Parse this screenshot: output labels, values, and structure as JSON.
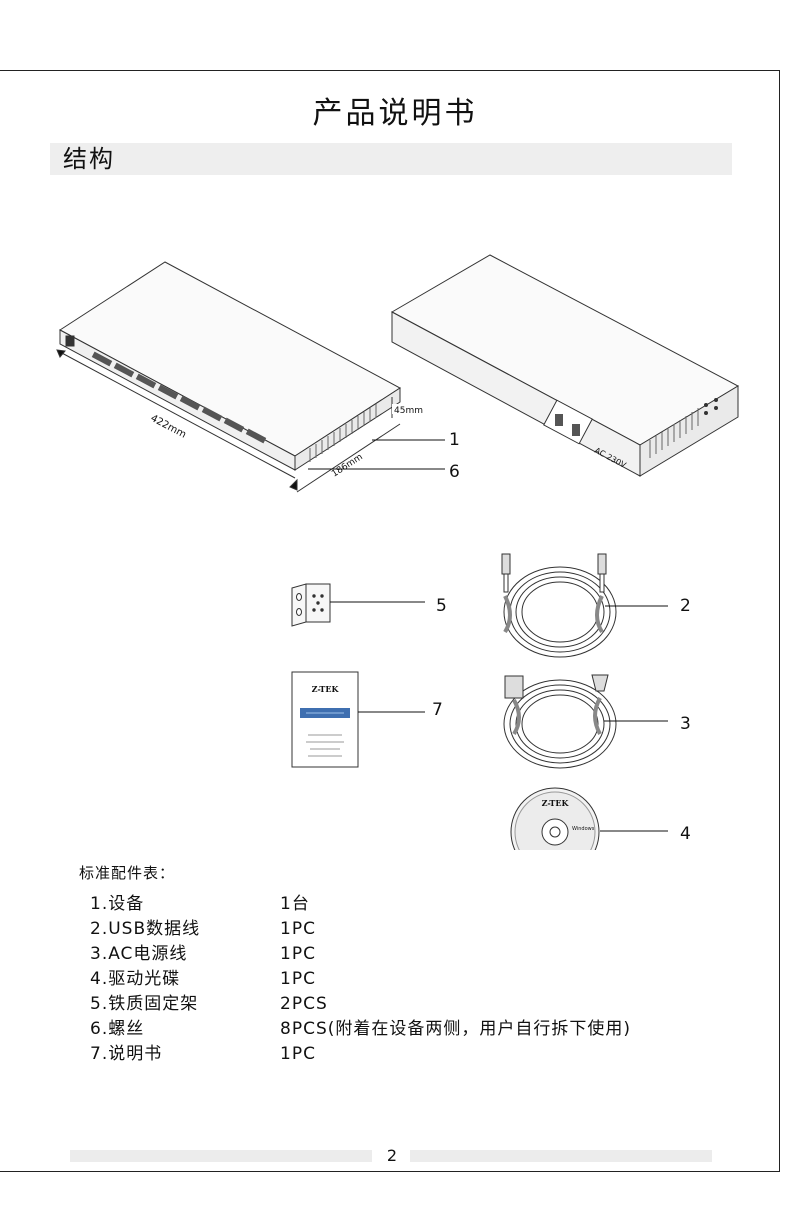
{
  "header": {
    "title": "产品说明书"
  },
  "section": {
    "title": "结构"
  },
  "diagram": {
    "front_dims": {
      "length": "422mm",
      "width": "186mm",
      "height": "45mm"
    },
    "rear_power_label": "AC 230V",
    "brand": "Z-TEK",
    "cd_text": "Windows",
    "callouts": [
      "1",
      "6",
      "5",
      "2",
      "7",
      "3",
      "4"
    ]
  },
  "accessories": {
    "title": "标准配件表：",
    "items": [
      {
        "name": "1.设备",
        "qty": "1台"
      },
      {
        "name": "2.USB数据线",
        "qty": "1PC"
      },
      {
        "name": "3.AC电源线",
        "qty": "1PC"
      },
      {
        "name": "4.驱动光碟",
        "qty": "1PC"
      },
      {
        "name": "5.铁质固定架",
        "qty": "2PCS"
      },
      {
        "name": "6.螺丝",
        "qty": "8PCS(附着在设备两侧，用户自行拆下使用)"
      },
      {
        "name": "7.说明书",
        "qty": "1PC"
      }
    ]
  },
  "footer": {
    "page_number": "2"
  }
}
